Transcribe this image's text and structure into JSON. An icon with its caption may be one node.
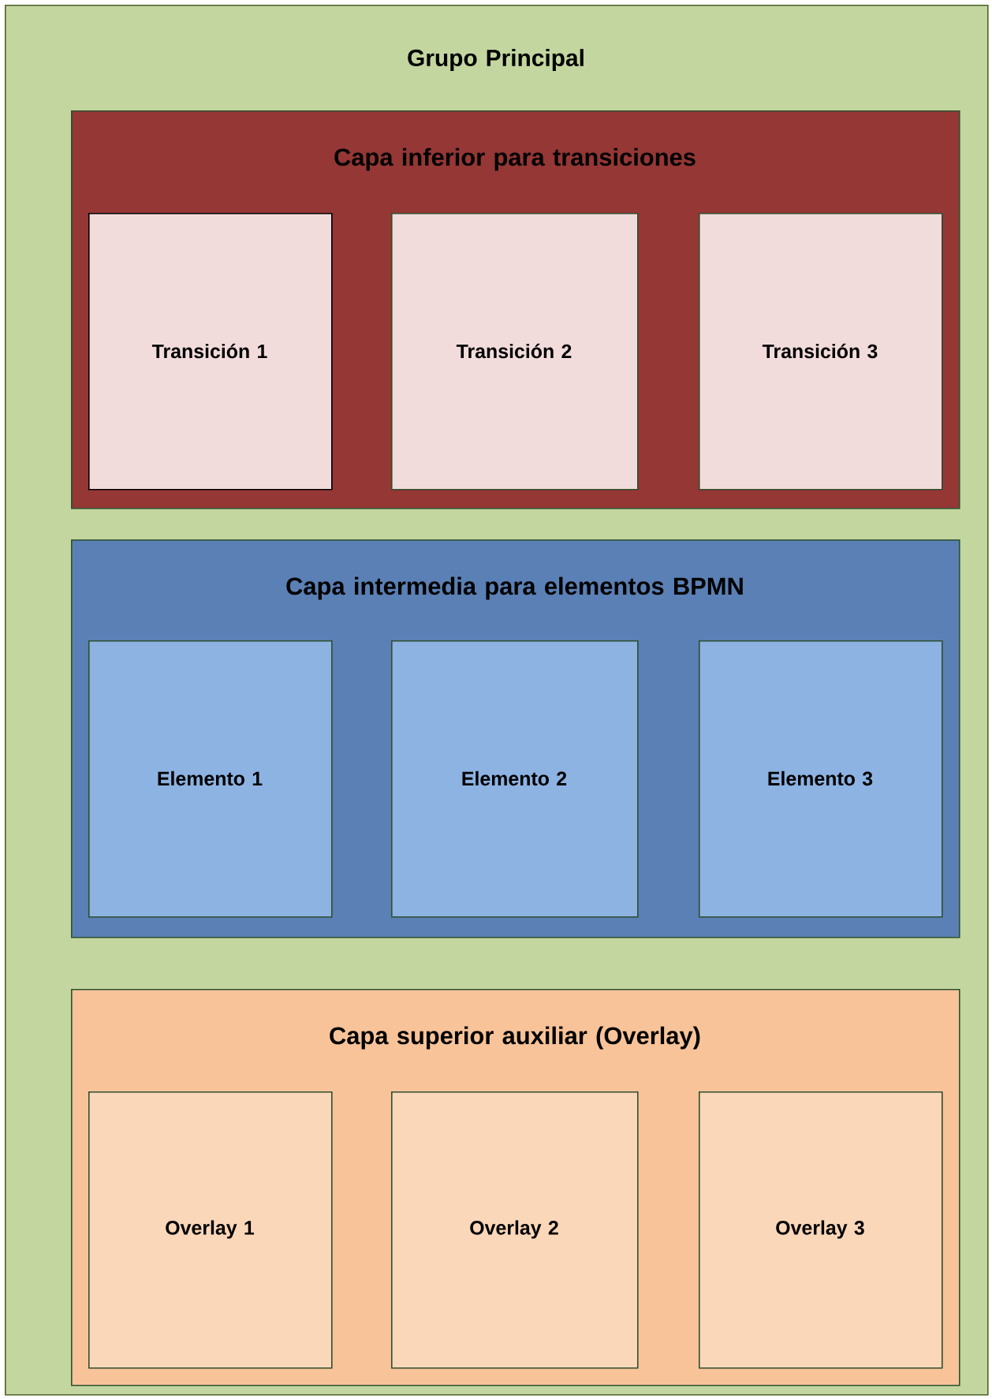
{
  "diagram": {
    "nodes": [
      {
        "text": [
          "Grupo Principal"
        ]
      },
      {
        "text": [
          "Capa inferior para transiciones"
        ],
        "in": 0
      },
      {
        "text": [
          "Transición 1"
        ],
        "in": 1
      },
      {
        "text": [
          "Transición 2"
        ],
        "in": 1
      },
      {
        "text": [
          "Transición 3"
        ],
        "in": 1
      },
      {
        "text": [
          "Capa intermedia para elementos BPMN"
        ],
        "in": 0
      },
      {
        "text": [
          "Elemento 1"
        ],
        "in": 5
      },
      {
        "text": [
          "Elemento 2"
        ],
        "in": 5
      },
      {
        "text": [
          "Elemento 3"
        ],
        "in": 5
      },
      {
        "text": [
          "Capa superior auxiliar (Overlay)"
        ],
        "in": 0
      },
      {
        "text": [
          "Overlay 1"
        ],
        "in": 9
      },
      {
        "text": [
          "Overlay 2"
        ],
        "in": 9
      },
      {
        "text": [
          "Overlay 3"
        ],
        "in": 9
      }
    ]
  }
}
